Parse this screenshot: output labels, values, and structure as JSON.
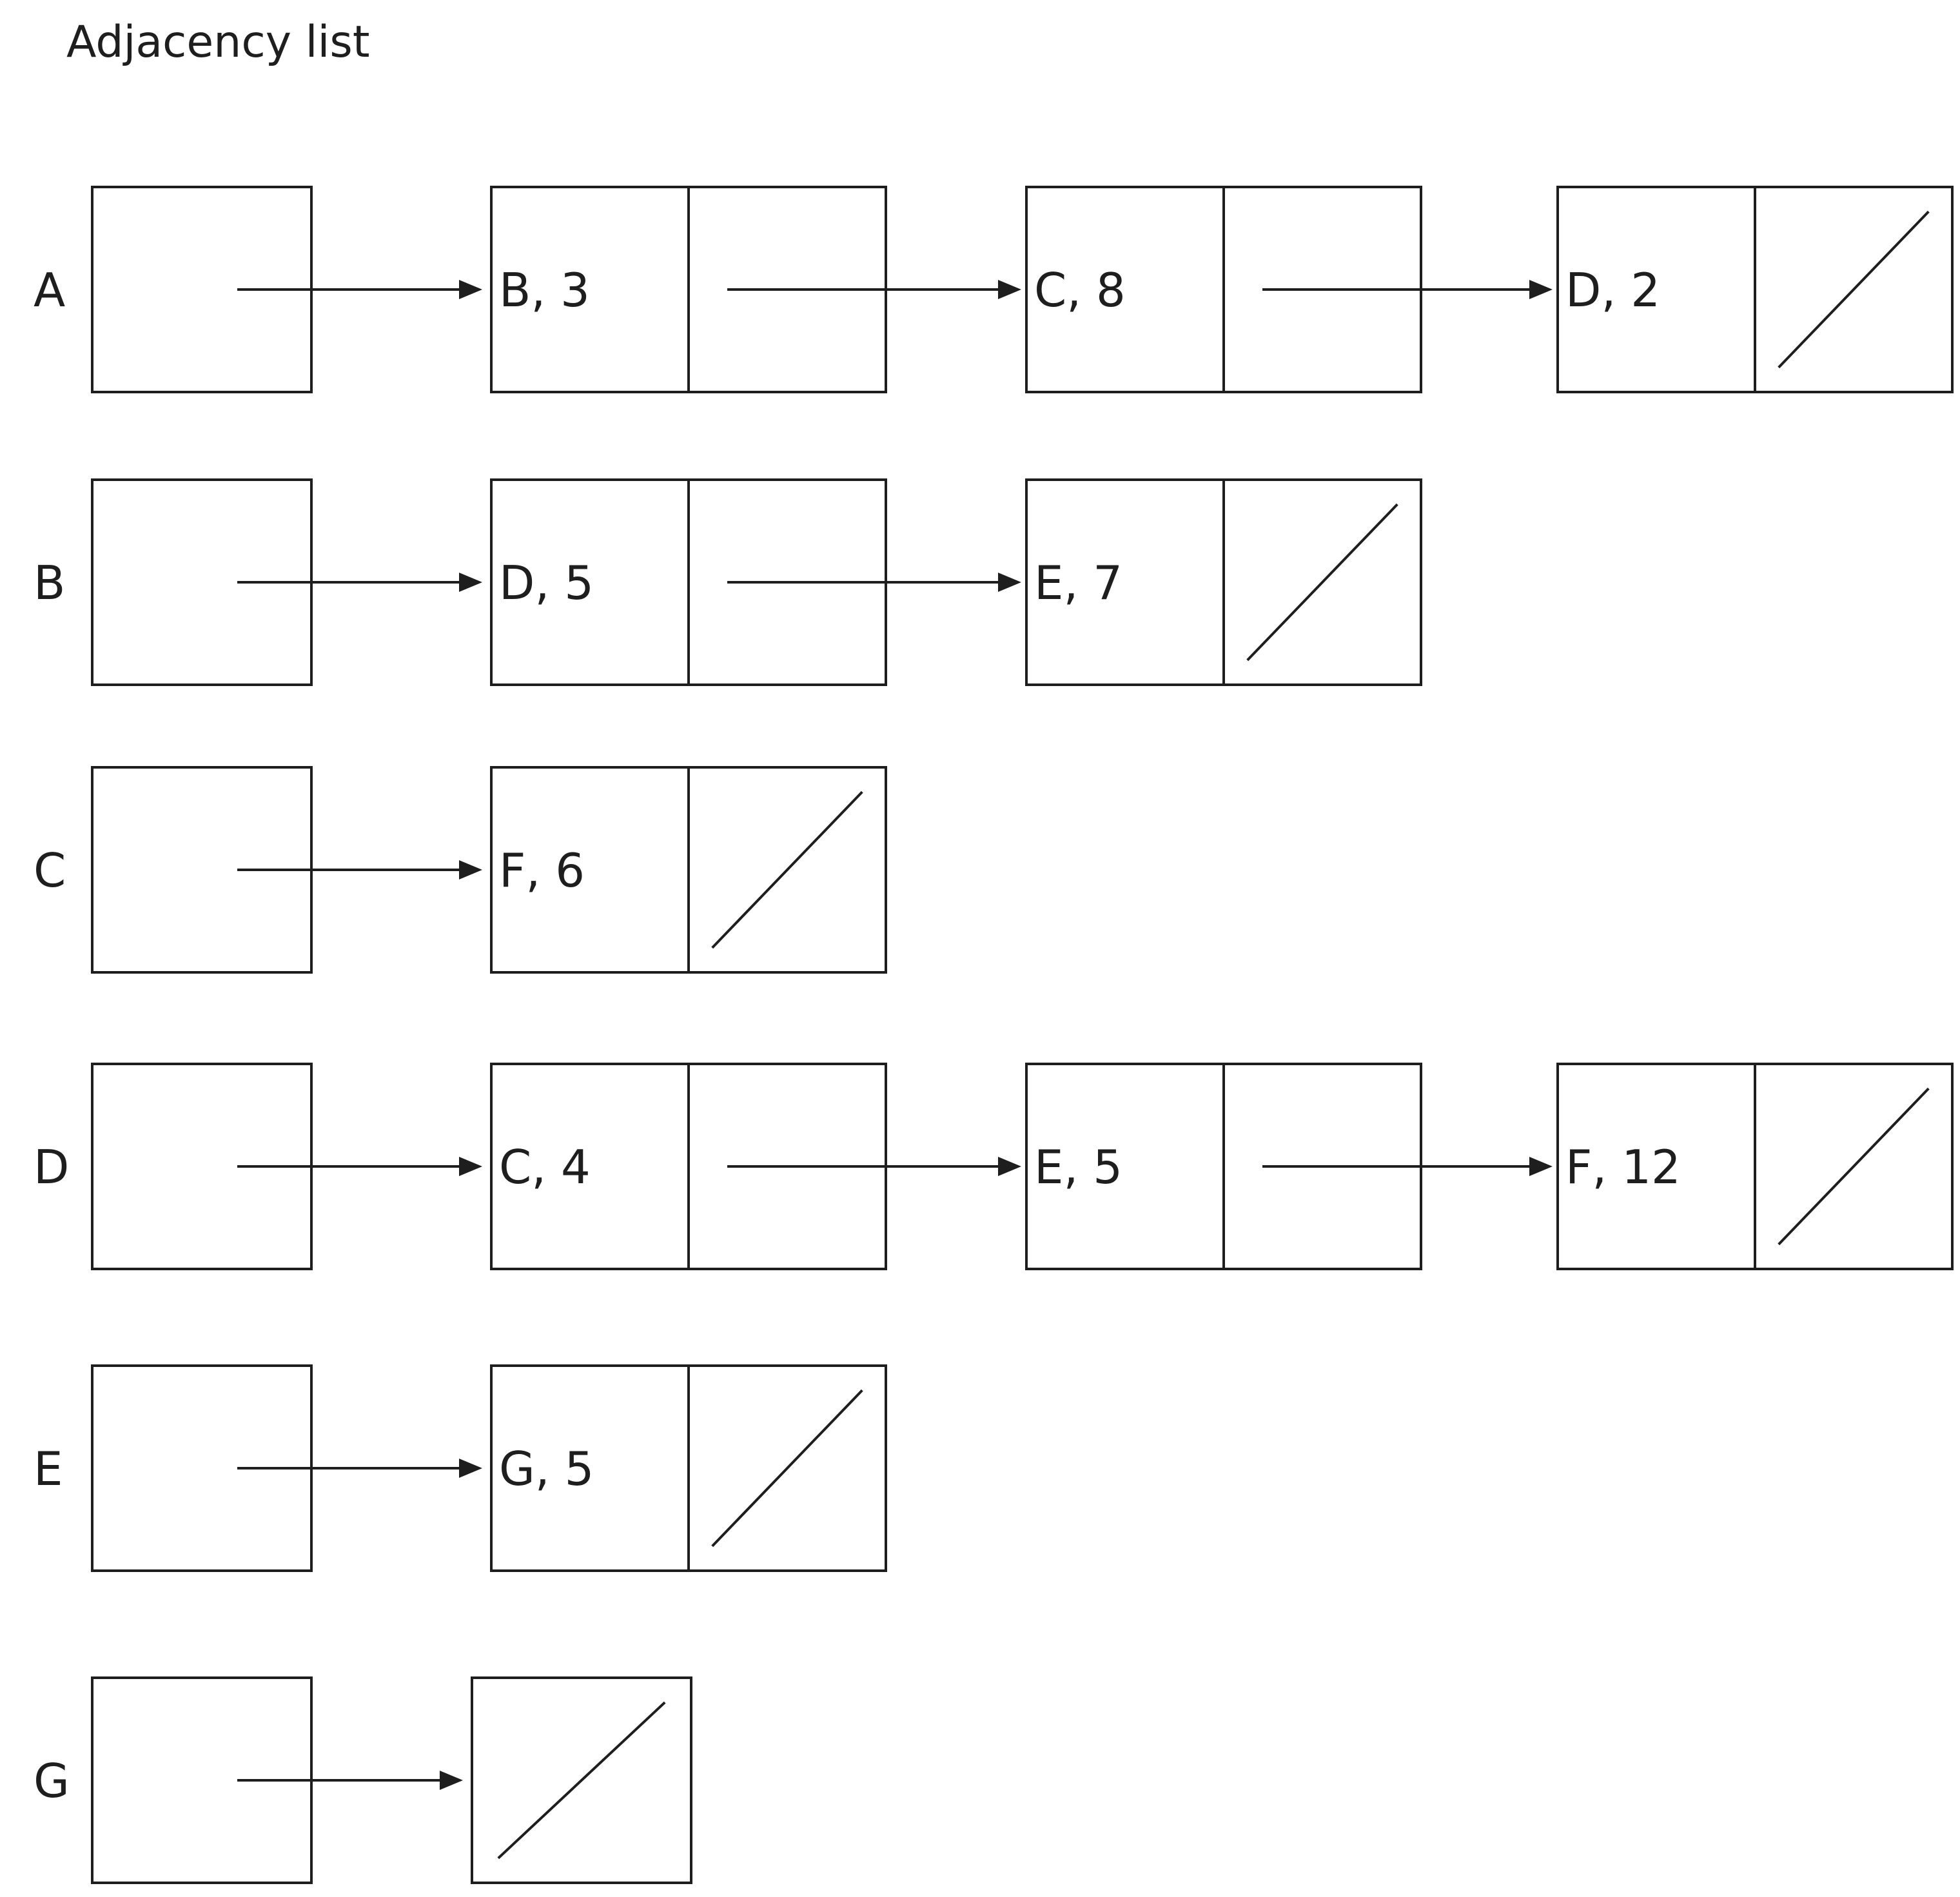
{
  "title": "Adjacency list",
  "colors": {
    "stroke": "#1e1e1e",
    "background": "#ffffff"
  },
  "rows": [
    {
      "vertex": "A",
      "edges": [
        {
          "label": "B, 3"
        },
        {
          "label": "C, 8"
        },
        {
          "label": "D, 2"
        }
      ]
    },
    {
      "vertex": "B",
      "edges": [
        {
          "label": "D, 5"
        },
        {
          "label": "E, 7"
        }
      ]
    },
    {
      "vertex": "C",
      "edges": [
        {
          "label": "F, 6"
        }
      ]
    },
    {
      "vertex": "D",
      "edges": [
        {
          "label": "C, 4"
        },
        {
          "label": "E, 5"
        },
        {
          "label": "F, 12"
        }
      ]
    },
    {
      "vertex": "E",
      "edges": [
        {
          "label": "G, 5"
        }
      ]
    },
    {
      "vertex": "G",
      "edges": []
    }
  ]
}
